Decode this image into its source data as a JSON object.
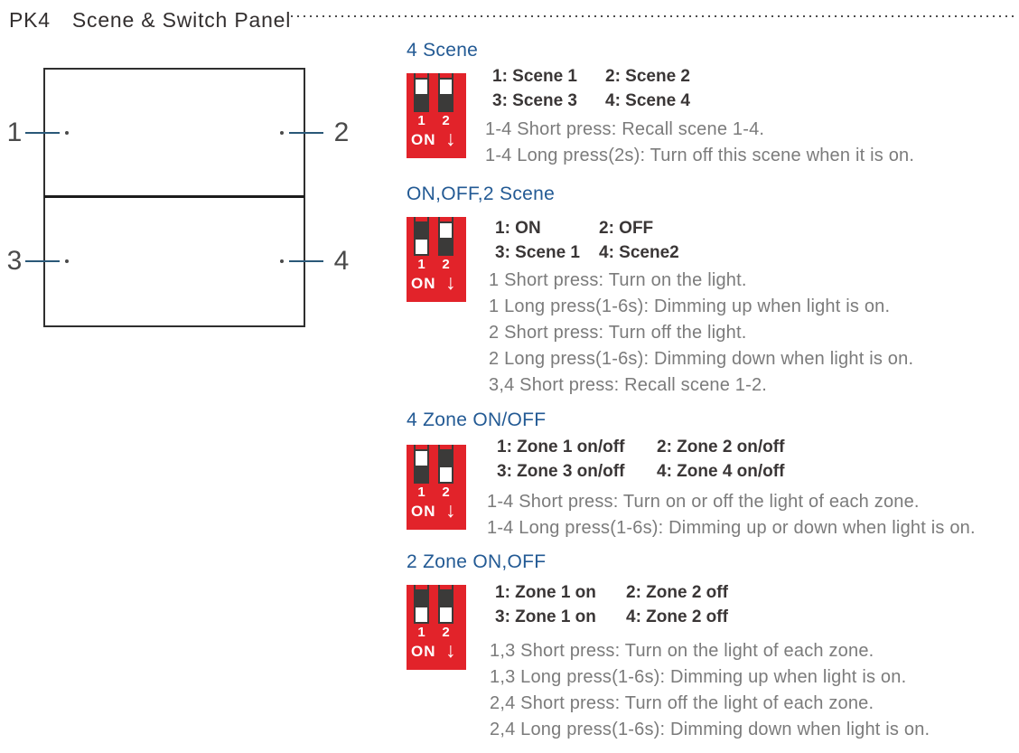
{
  "header": {
    "product": "PK4",
    "title": "Scene & Switch Panel"
  },
  "panel": {
    "buttons": [
      "1",
      "2",
      "3",
      "4"
    ]
  },
  "dip_labels": {
    "s1": "1",
    "s2": "2",
    "on": "ON",
    "arrow": "↓"
  },
  "colors": {
    "dip_red": "#e2232a",
    "heading_blue": "#235a94",
    "leader_line_blue": "#2a5878",
    "dip_channel_dark": "#3b3a39",
    "key_text": "#3a3636",
    "description_text": "#7b7b7b"
  },
  "sections": [
    {
      "heading": "4 Scene",
      "dip": {
        "switches": [
          "up",
          "up"
        ]
      },
      "keys": [
        [
          "1: Scene 1",
          "2: Scene 2"
        ],
        [
          "3: Scene 3",
          "4: Scene 4"
        ]
      ],
      "descriptions": [
        "1-4 Short press: Recall scene 1-4.",
        "1-4 Long press(2s): Turn off this scene when it is on."
      ]
    },
    {
      "heading": "ON,OFF,2 Scene",
      "dip": {
        "switches": [
          "down",
          "up"
        ]
      },
      "keys": [
        [
          "1: ON",
          "2: OFF"
        ],
        [
          "3: Scene 1",
          "4: Scene2"
        ]
      ],
      "descriptions": [
        "1 Short press: Turn on the light.",
        "1 Long press(1-6s): Dimming up when light is on.",
        "2 Short press: Turn off the light.",
        "2 Long press(1-6s): Dimming down when light is on.",
        "3,4 Short press: Recall scene 1-2."
      ]
    },
    {
      "heading": "4 Zone ON/OFF",
      "dip": {
        "switches": [
          "up",
          "down"
        ]
      },
      "keys": [
        [
          "1: Zone 1 on/off",
          "2: Zone 2 on/off"
        ],
        [
          "3: Zone 3 on/off",
          "4: Zone 4 on/off"
        ]
      ],
      "descriptions": [
        "1-4 Short press: Turn on or off the light of each zone.",
        "1-4 Long press(1-6s): Dimming up or down when light is on."
      ]
    },
    {
      "heading": "2 Zone ON,OFF",
      "dip": {
        "switches": [
          "down",
          "down"
        ]
      },
      "keys": [
        [
          "1: Zone 1 on",
          "2: Zone 2 off"
        ],
        [
          "3: Zone 1 on",
          "4: Zone 2 off"
        ]
      ],
      "descriptions": [
        "1,3 Short press: Turn on the light of each zone.",
        "1,3 Long press(1-6s): Dimming up when light is on.",
        "2,4 Short press: Turn off the light of each zone.",
        "2,4 Long press(1-6s): Dimming down when light is on."
      ]
    }
  ]
}
